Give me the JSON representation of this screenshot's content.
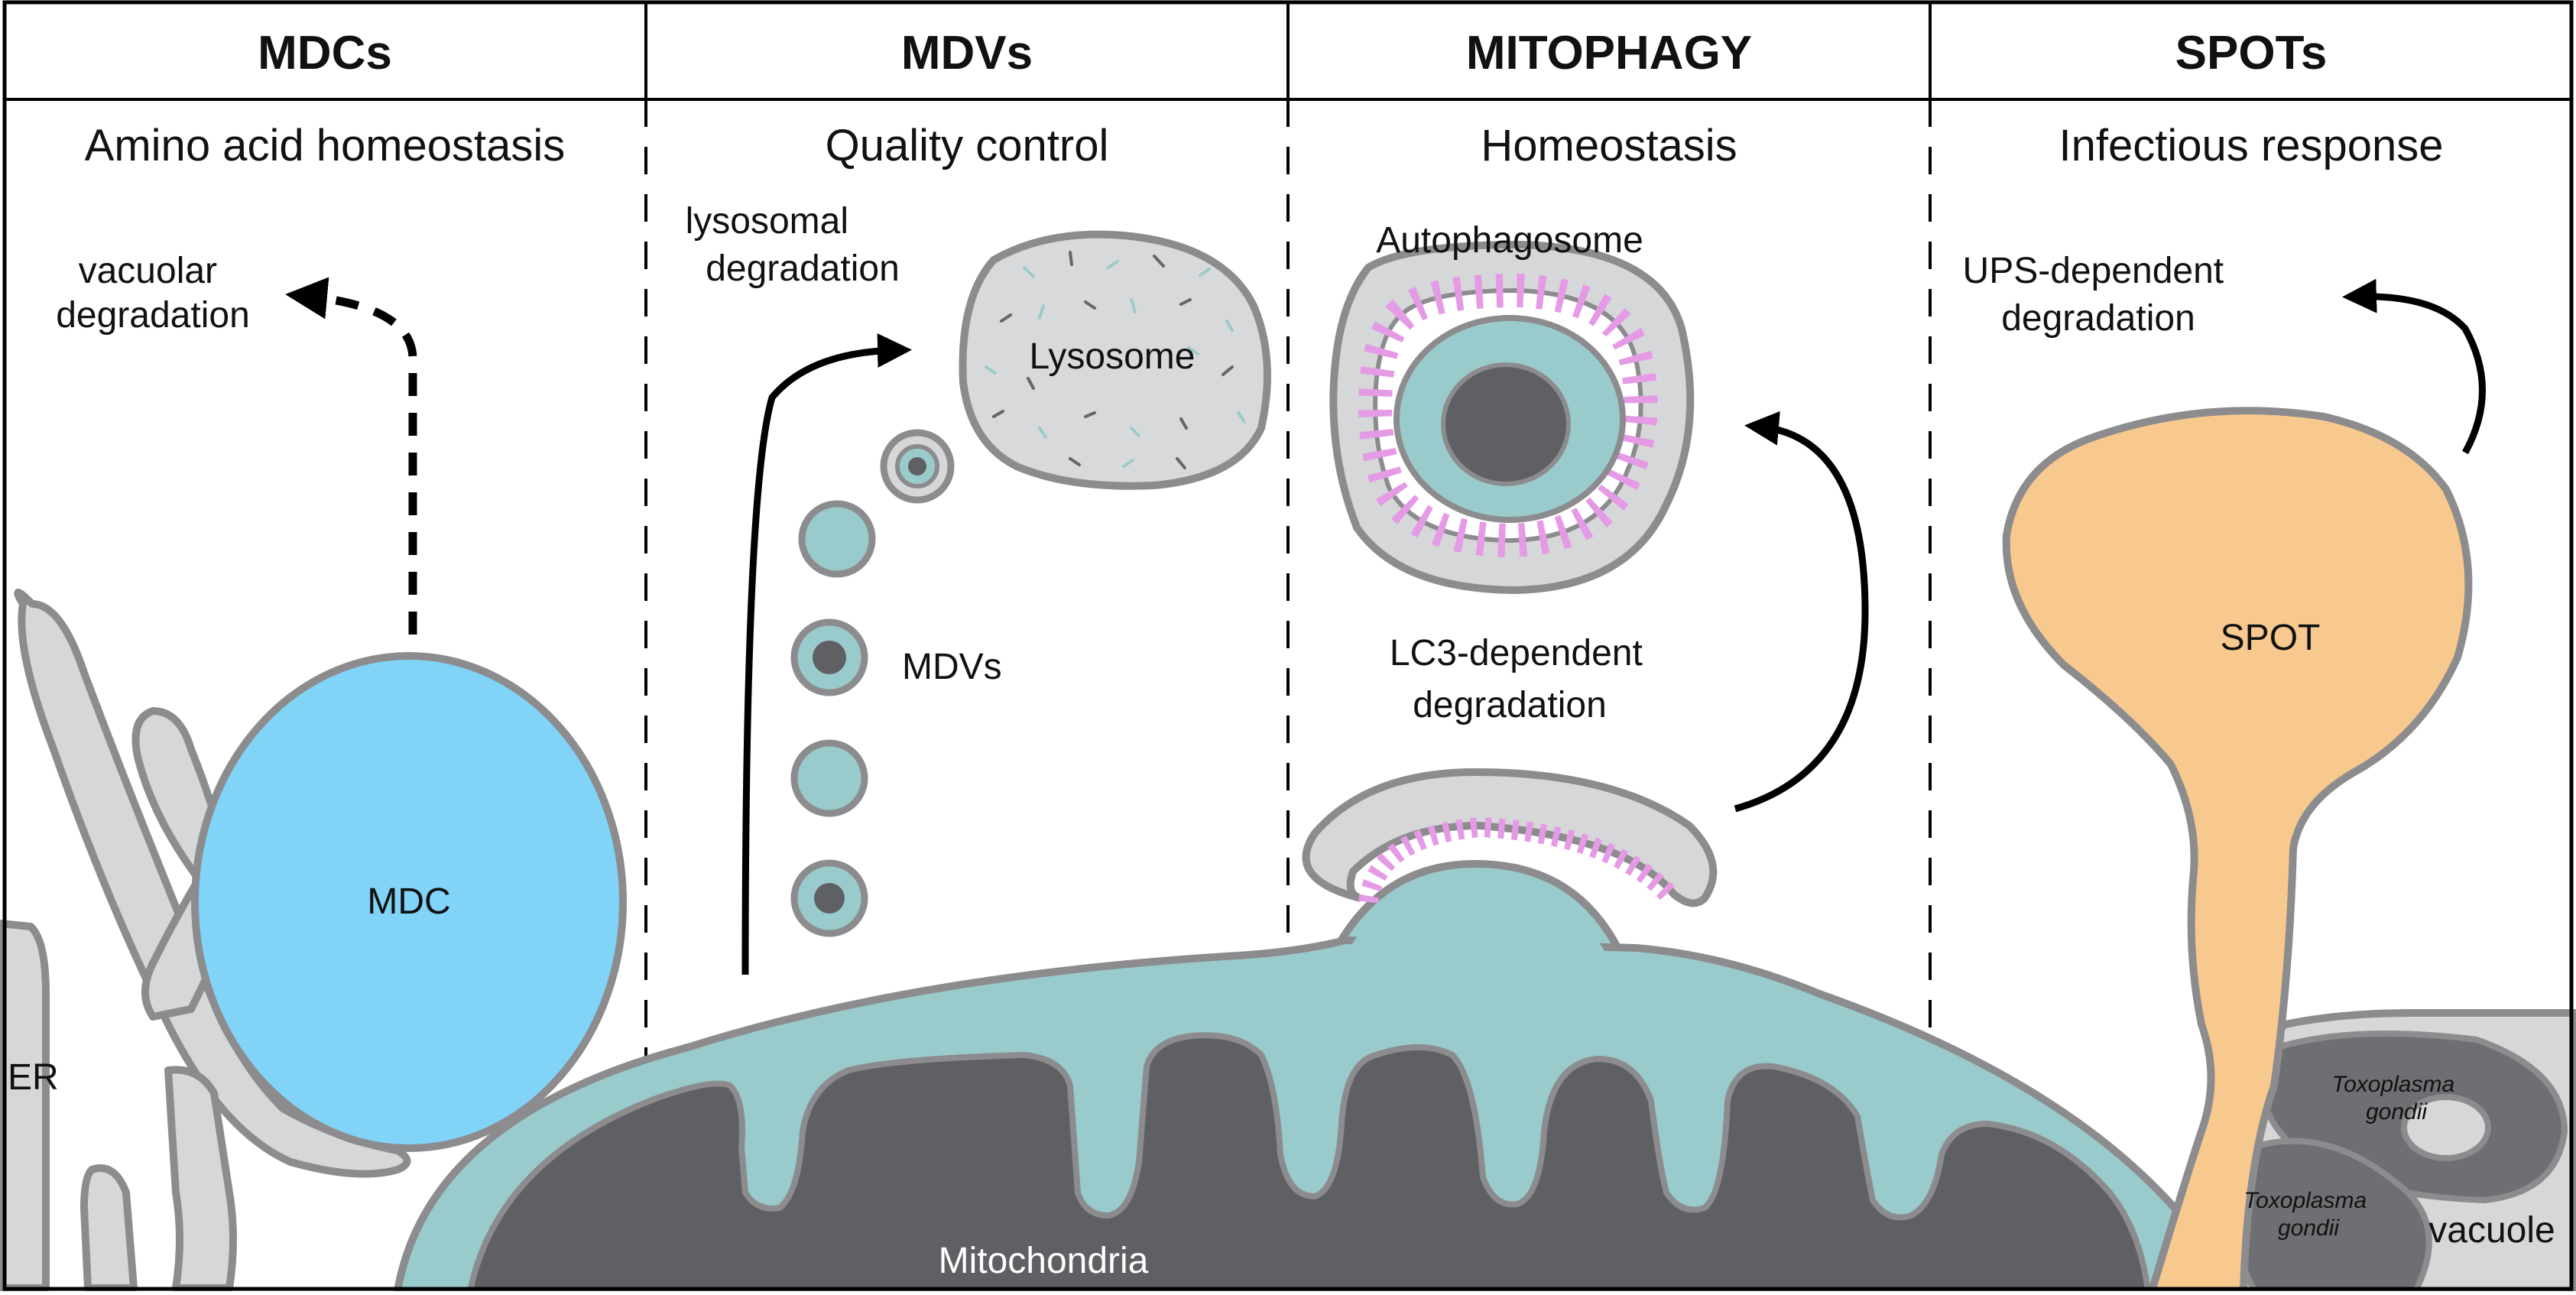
{
  "panels": [
    {
      "title": "MDCs",
      "subtitle": "Amino acid homeostasis"
    },
    {
      "title": "MDVs",
      "subtitle": "Quality control"
    },
    {
      "title": "MITOPHAGY",
      "subtitle": "Homeostasis"
    },
    {
      "title": "SPOTs",
      "subtitle": "Infectious response"
    }
  ],
  "labels": {
    "vacuolar_degradation": [
      "vacuolar",
      "degradation"
    ],
    "mdc": "MDC",
    "er": "ER",
    "lysosomal_degradation": [
      "lysosomal",
      "degradation"
    ],
    "lysosome": "Lysosome",
    "mdvs": "MDVs",
    "autophagosome": "Autophagosome",
    "lc3_degradation": [
      "LC3-dependent",
      "degradation"
    ],
    "ups_degradation": [
      "UPS-dependent",
      "degradation"
    ],
    "spot": "SPOT",
    "mitochondria": "Mitochondria",
    "toxoplasma_1": [
      "Toxoplasma",
      "gondii"
    ],
    "toxoplasma_2": [
      "Toxoplasma",
      "gondii"
    ],
    "vacuole": "vacuole"
  },
  "colors": {
    "mdc_fill": "#82d3f8",
    "mito_outer": "#9acbcc",
    "mito_inner": "#5f6063",
    "er_fill": "#d6d7d9",
    "outline": "#8c8c8e",
    "membrane_pink": "#e59ae6",
    "spot_fill": "#f8c98f",
    "lysosome_fill": "#d8d9db"
  }
}
